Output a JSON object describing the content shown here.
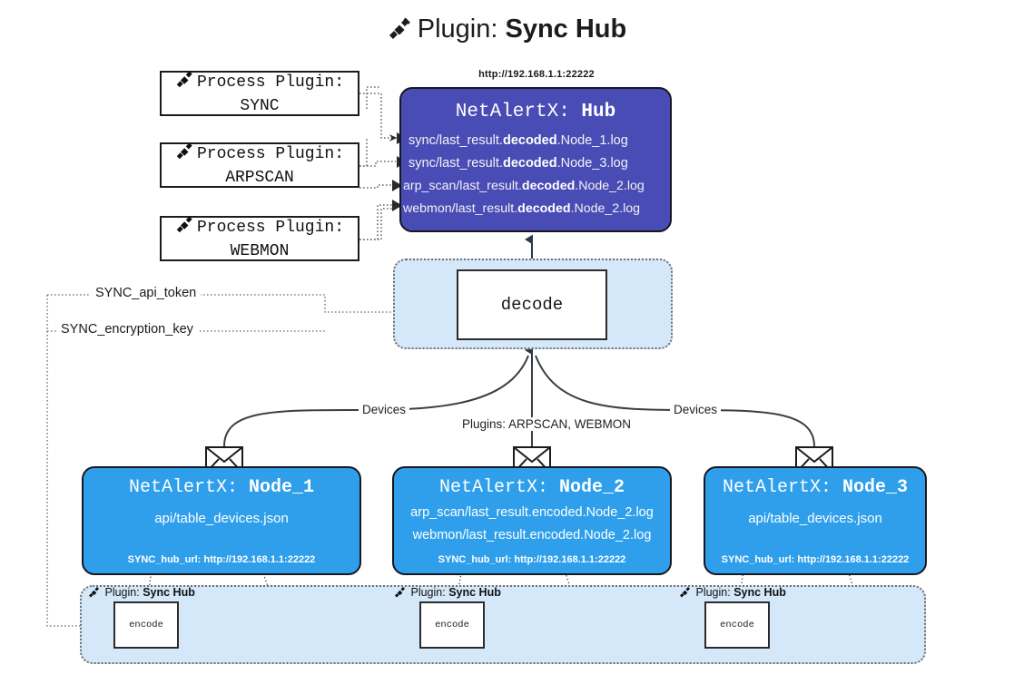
{
  "title": {
    "icon": "plug-icon",
    "prefix": "Plugin: ",
    "name": "Sync Hub"
  },
  "process_plugins": [
    {
      "icon": "plug-icon",
      "line1": "Process Plugin:",
      "line2": "SYNC"
    },
    {
      "icon": "plug-icon",
      "line1": "Process Plugin:",
      "line2": "ARPSCAN"
    },
    {
      "icon": "plug-icon",
      "line1": "Process Plugin:",
      "line2": "WEBMON"
    }
  ],
  "hub": {
    "url": "http://192.168.1.1:22222",
    "title_prefix": "NetAlertX: ",
    "title_name": "Hub",
    "lines": [
      {
        "pre": "sync/last_result.",
        "mid": "decoded",
        "post": ".Node_1.log"
      },
      {
        "pre": "sync/last_result.",
        "mid": "decoded",
        "post": ".Node_3.log"
      },
      {
        "pre": "arp_scan/last_result.",
        "mid": "decoded",
        "post": ".Node_2.log"
      },
      {
        "pre": "webmon/last_result.",
        "mid": "decoded",
        "post": ".Node_2.log"
      }
    ]
  },
  "decode": {
    "label": "decode"
  },
  "keys": {
    "api_token": "SYNC_api_token",
    "encryption_key": "SYNC_encryption_key"
  },
  "edge_labels": {
    "devices_left": "Devices",
    "devices_right": "Devices",
    "plugins_center": "Plugins: ARPSCAN, WEBMON"
  },
  "nodes": [
    {
      "icon": "envelope-icon",
      "title_prefix": "NetAlertX: ",
      "title_name": "Node_1",
      "lines": [
        "api/table_devices.json"
      ],
      "footer": "SYNC_hub_url: http://192.168.1.1:22222"
    },
    {
      "icon": "envelope-icon",
      "title_prefix": "NetAlertX: ",
      "title_name": "Node_2",
      "lines": [
        "arp_scan/last_result.encoded.Node_2.log",
        "webmon/last_result.encoded.Node_2.log"
      ],
      "footer": "SYNC_hub_url: http://192.168.1.1:22222"
    },
    {
      "icon": "envelope-icon",
      "title_prefix": "NetAlertX: ",
      "title_name": "Node_3",
      "lines": [
        "api/table_devices.json"
      ],
      "footer": "SYNC_hub_url: http://192.168.1.1:22222"
    }
  ],
  "encoders": [
    {
      "icon": "plug-icon",
      "caption_prefix": "Plugin: ",
      "caption_name": "Sync Hub",
      "box_label": "encode"
    },
    {
      "icon": "plug-icon",
      "caption_prefix": "Plugin: ",
      "caption_name": "Sync Hub",
      "box_label": "encode"
    },
    {
      "icon": "plug-icon",
      "caption_prefix": "Plugin: ",
      "caption_name": "Sync Hub",
      "box_label": "encode"
    }
  ],
  "colors": {
    "hub_fill": "#4a4cb5",
    "node_fill": "#2f9fec",
    "container_fill": "#d4e8fa",
    "stroke": "#17171f",
    "dotted_stroke": "#6f6f6f"
  }
}
